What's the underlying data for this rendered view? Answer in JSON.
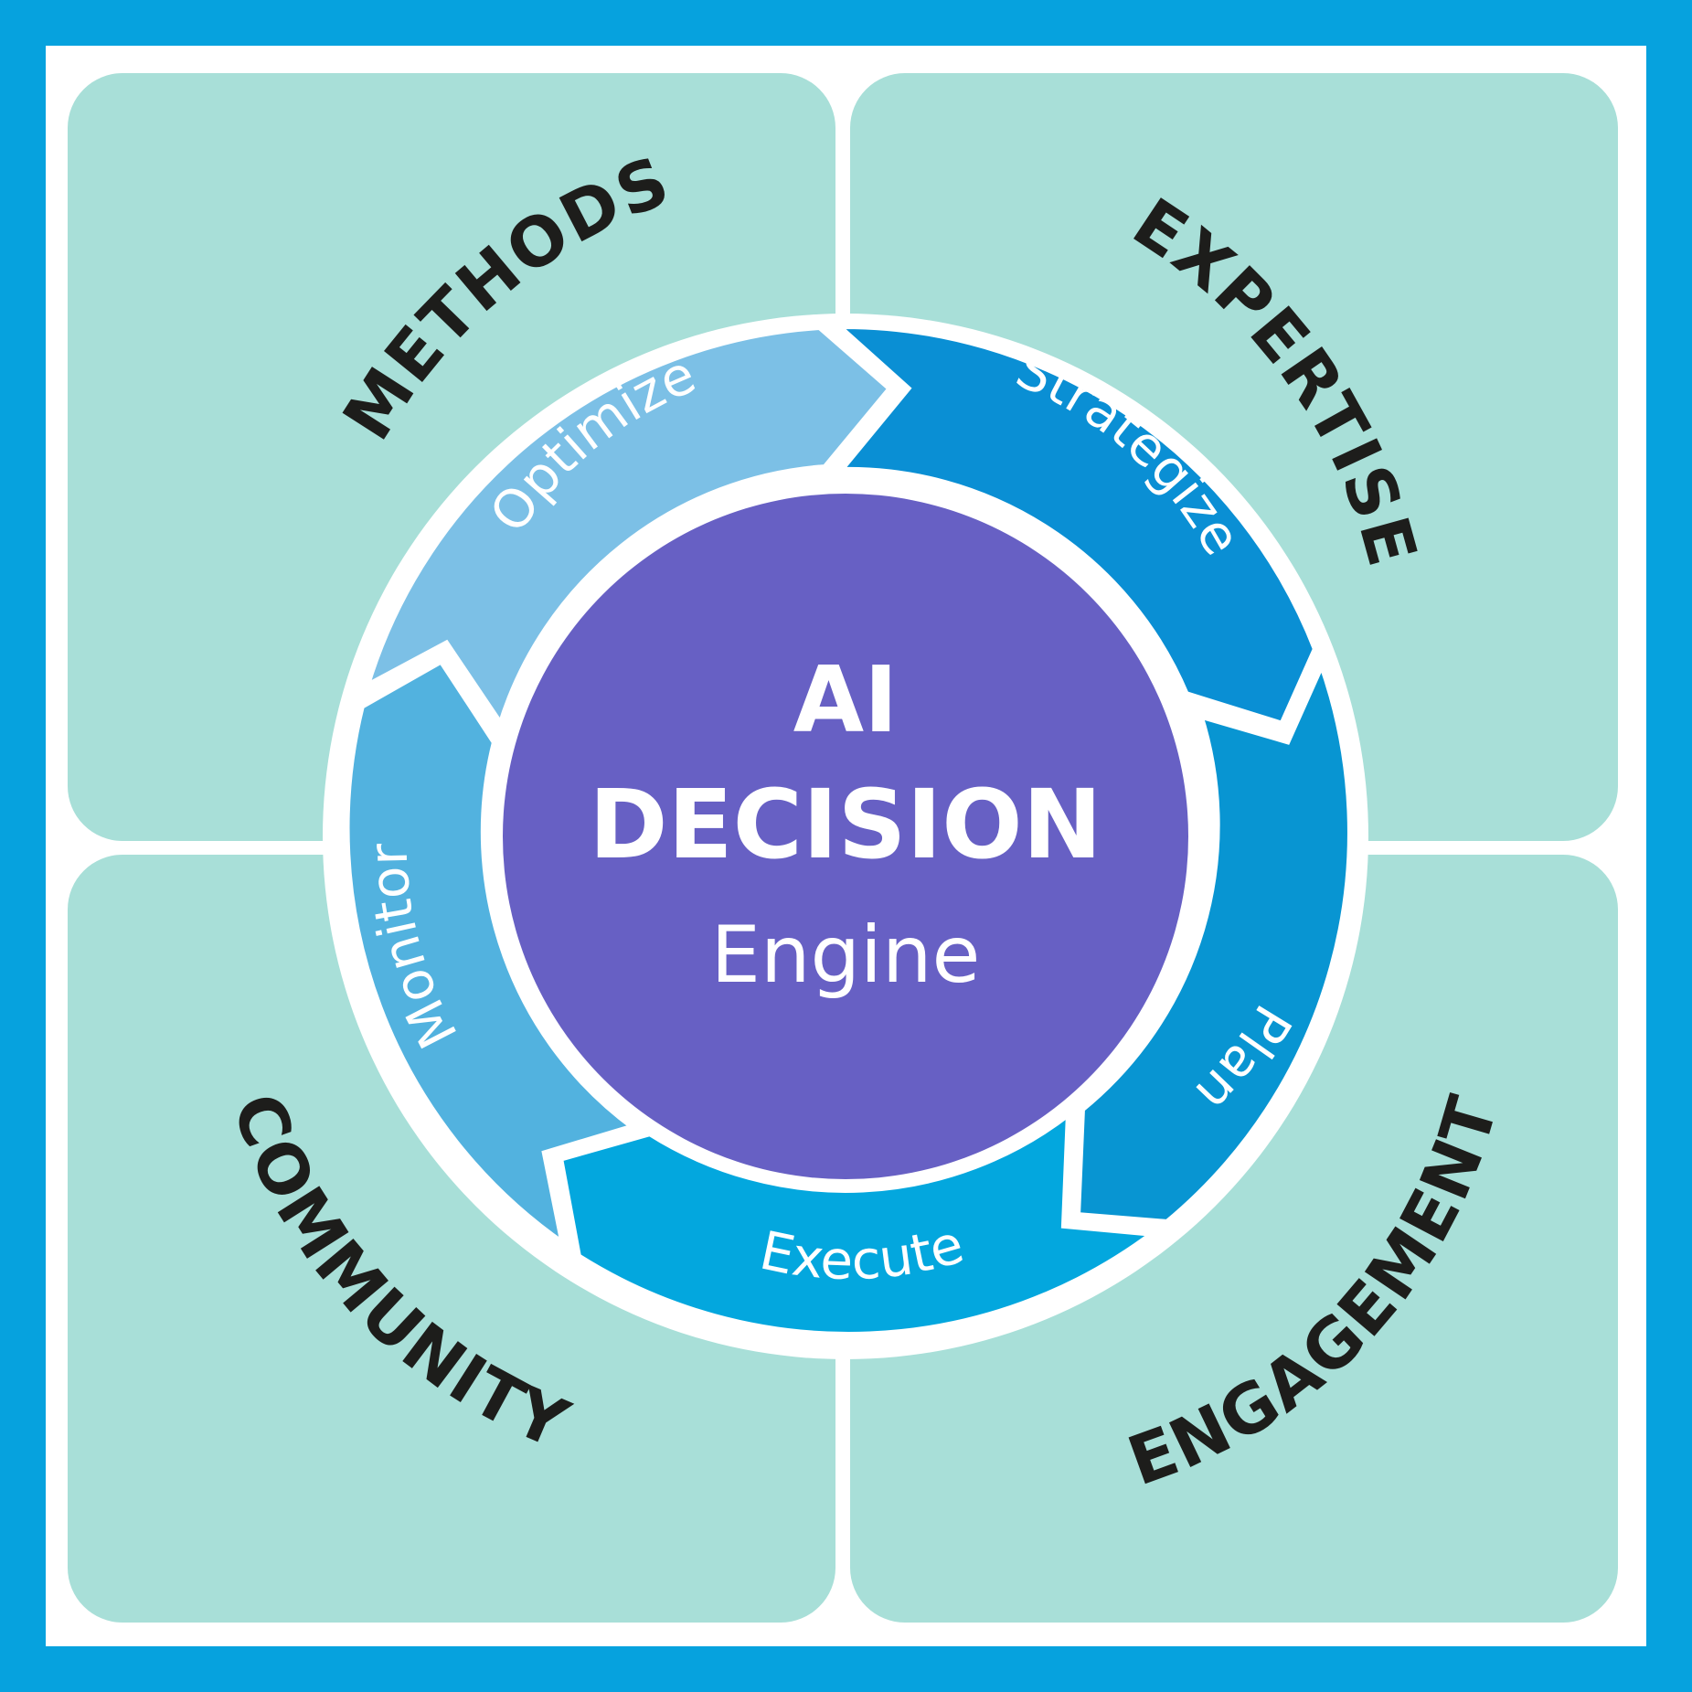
{
  "quadrants": {
    "top_left": "METHODS",
    "top_right": "EXPERTISE",
    "bottom_left": "COMMUNITY",
    "bottom_right": "ENGAGEMENT"
  },
  "cycle": [
    {
      "label": "Strategize",
      "color": "#0a8fd4"
    },
    {
      "label": "Plan",
      "color": "#0895d2"
    },
    {
      "label": "Execute",
      "color": "#03a7de"
    },
    {
      "label": "Monitor",
      "color": "#52b2df"
    },
    {
      "label": "Optimize",
      "color": "#7cc0e6"
    }
  ],
  "core": {
    "line1": "AI",
    "line2": "DECISION",
    "line3": "Engine",
    "color": "#6760c4"
  },
  "colors": {
    "frame": "#06a2de",
    "quadrant": "#a8dfd8",
    "text_dark": "#1d1d1b"
  }
}
